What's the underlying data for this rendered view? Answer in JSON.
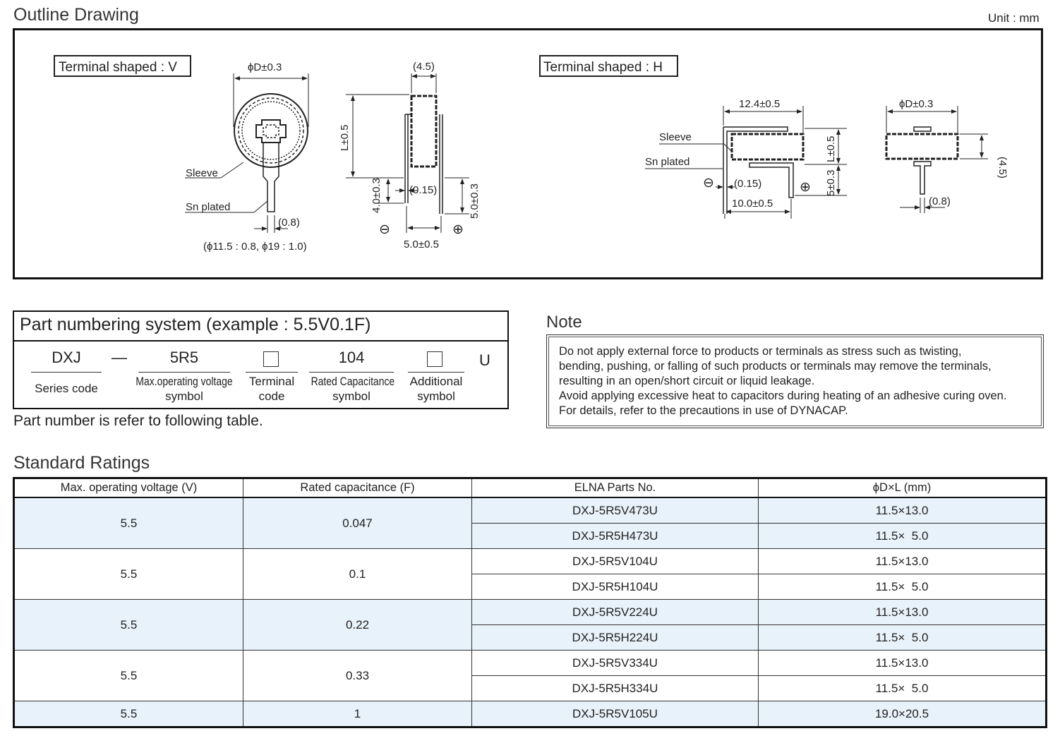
{
  "header": {
    "title": "Outline Drawing",
    "unit": "Unit : mm"
  },
  "outline": {
    "v": {
      "label": "Terminal shaped : V",
      "dim_diameter": "ϕD±0.3",
      "dim_thickness": "(4.5)",
      "dim_length": "L±0.5",
      "dim_lead": "4.0±0.3",
      "dim_lead2": "5.0±0.3",
      "dim_gap": "(0.15)",
      "dim_pitch": "5.0±0.5",
      "dim_pin": "(0.8)",
      "sleeve": "Sleeve",
      "sn_plated": "Sn plated",
      "note": "(ϕ11.5 : 0.8, ϕ19 : 1.0)",
      "minus": "⊖",
      "plus": "⊕"
    },
    "h": {
      "label": "Terminal shaped : H",
      "dim_width": "12.4±0.5",
      "dim_diameter": "ϕD±0.3",
      "dim_length": "L±0.5",
      "dim_lead": "5±0.3",
      "dim_thickness": "(4.5)",
      "dim_gap": "(0.15)",
      "dim_pitch": "10.0±0.5",
      "dim_pin": "(0.8)",
      "sleeve": "Sleeve",
      "sn_plated": "Sn plated",
      "minus": "⊖",
      "plus": "⊕"
    }
  },
  "part_numbering": {
    "title": "Part numbering system (example : 5.5V0.1F)",
    "series_code": "DXJ",
    "dash": "—",
    "voltage_code": "5R5",
    "capacitance_code": "104",
    "suffix": "U",
    "labels": {
      "series": "Series code",
      "voltage_1": "Max.operating voltage",
      "voltage_2": "symbol",
      "terminal_1": "Terminal",
      "terminal_2": "code",
      "capacitance_1": "Rated Capacitance",
      "capacitance_2": "symbol",
      "additional_1": "Additional",
      "additional_2": "symbol"
    },
    "footer": "Part number is refer to following table."
  },
  "note": {
    "title": "Note",
    "lines": [
      "Do not apply external force to products or terminals as stress such as twisting,",
      "bending, pushing, or falling of such products or terminals may remove the terminals,",
      "resulting in an open/short circuit or liquid leakage.",
      "Avoid applying excessive heat to capacitors during heating of an adhesive curing oven.",
      "For details, refer to the precautions in use of DYNACAP."
    ]
  },
  "ratings": {
    "title": "Standard Ratings",
    "headers": [
      "Max. operating voltage (V)",
      "Rated capacitance (F)",
      "ELNA  Parts No.",
      "ϕD×L (mm)"
    ],
    "groups": [
      {
        "voltage": "5.5",
        "capacitance": "0.047",
        "rows": [
          [
            "DXJ-5R5V473U",
            "11.5×13.0"
          ],
          [
            "DXJ-5R5H473U",
            "11.5×  5.0"
          ]
        ]
      },
      {
        "voltage": "5.5",
        "capacitance": "0.1",
        "rows": [
          [
            "DXJ-5R5V104U",
            "11.5×13.0"
          ],
          [
            "DXJ-5R5H104U",
            "11.5×  5.0"
          ]
        ]
      },
      {
        "voltage": "5.5",
        "capacitance": "0.22",
        "rows": [
          [
            "DXJ-5R5V224U",
            "11.5×13.0"
          ],
          [
            "DXJ-5R5H224U",
            "11.5×  5.0"
          ]
        ]
      },
      {
        "voltage": "5.5",
        "capacitance": "0.33",
        "rows": [
          [
            "DXJ-5R5V334U",
            "11.5×13.0"
          ],
          [
            "DXJ-5R5H334U",
            "11.5×  5.0"
          ]
        ]
      },
      {
        "voltage": "5.5",
        "capacitance": "1",
        "rows": [
          [
            "DXJ-5R5V105U",
            "19.0×20.5"
          ]
        ]
      }
    ],
    "row_highlight": "#e8f2fa"
  }
}
